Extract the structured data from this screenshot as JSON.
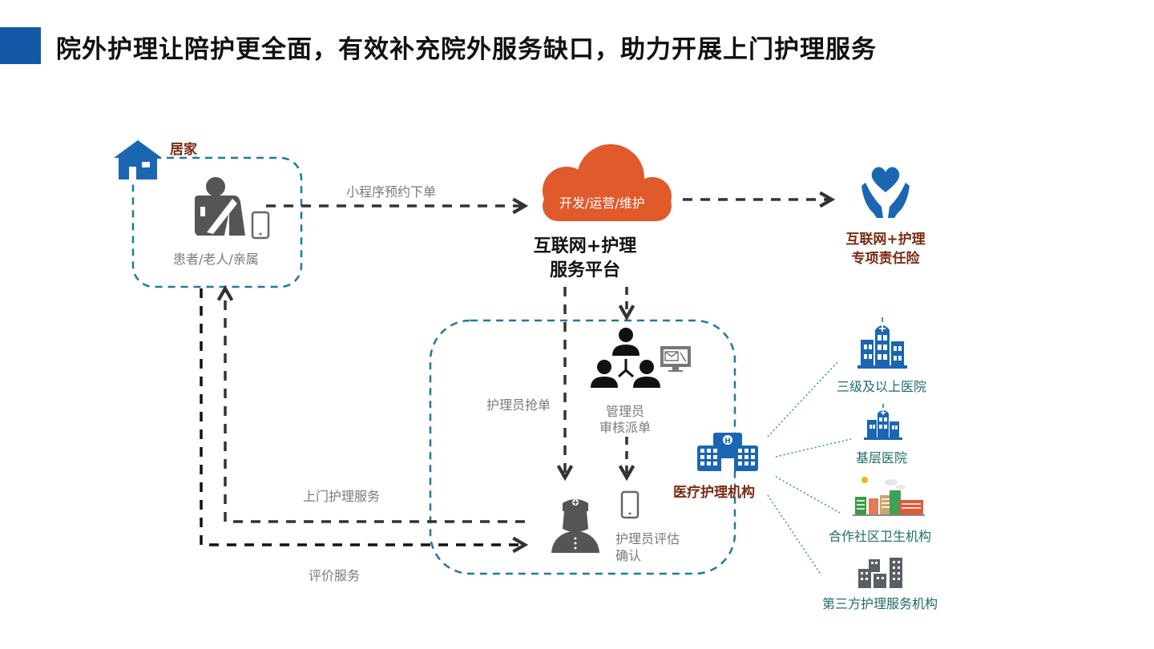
{
  "page": {
    "title": "院外护理让陪护更全面，有效补充院外服务缺口，助力开展上门护理服务",
    "accent_color": "#1458a8"
  },
  "home": {
    "label": "居家",
    "actor_label": "患者/老人/亲属",
    "icons": [
      "house-icon",
      "patient-icon",
      "smartphone-icon"
    ]
  },
  "platform": {
    "cloud_label": "开发/运营/维护",
    "name_line1": "互联网+护理",
    "name_line2": "服务平台",
    "cloud_color": "#e05a2b"
  },
  "insurance": {
    "line1": "互联网+护理",
    "line2": "专项责任险",
    "icon": "hands-heart-icon"
  },
  "flows": {
    "order": "小程序预约下单",
    "nurse_grab": "护理员抢单",
    "home_service": "上门护理服务",
    "review": "评价服务"
  },
  "admin": {
    "line1": "管理员",
    "line2": "审核派单",
    "icons": [
      "admin-group-icon",
      "monitor-mail-icon"
    ]
  },
  "nurse": {
    "confirm_line1": "护理员评估",
    "confirm_line2": "确认",
    "icons": [
      "nurse-icon",
      "smartphone-icon"
    ]
  },
  "institution": {
    "label": "医疗护理机构",
    "icon": "hospital-icon",
    "children": [
      {
        "label": "三级及以上医院",
        "icon": "large-hospital-icon"
      },
      {
        "label": "基层医院",
        "icon": "small-hospital-icon"
      },
      {
        "label": "合作社区卫生机构",
        "icon": "community-buildings-icon"
      },
      {
        "label": "第三方护理服务机构",
        "icon": "office-buildings-icon"
      }
    ]
  },
  "colors": {
    "dashed_box": "#1f7a99",
    "arrow": "#333333",
    "brown_label": "#7b2a12",
    "teal_label": "#1f6b6b",
    "icon_blue": "#1a66b3",
    "icon_gray": "#555555"
  }
}
